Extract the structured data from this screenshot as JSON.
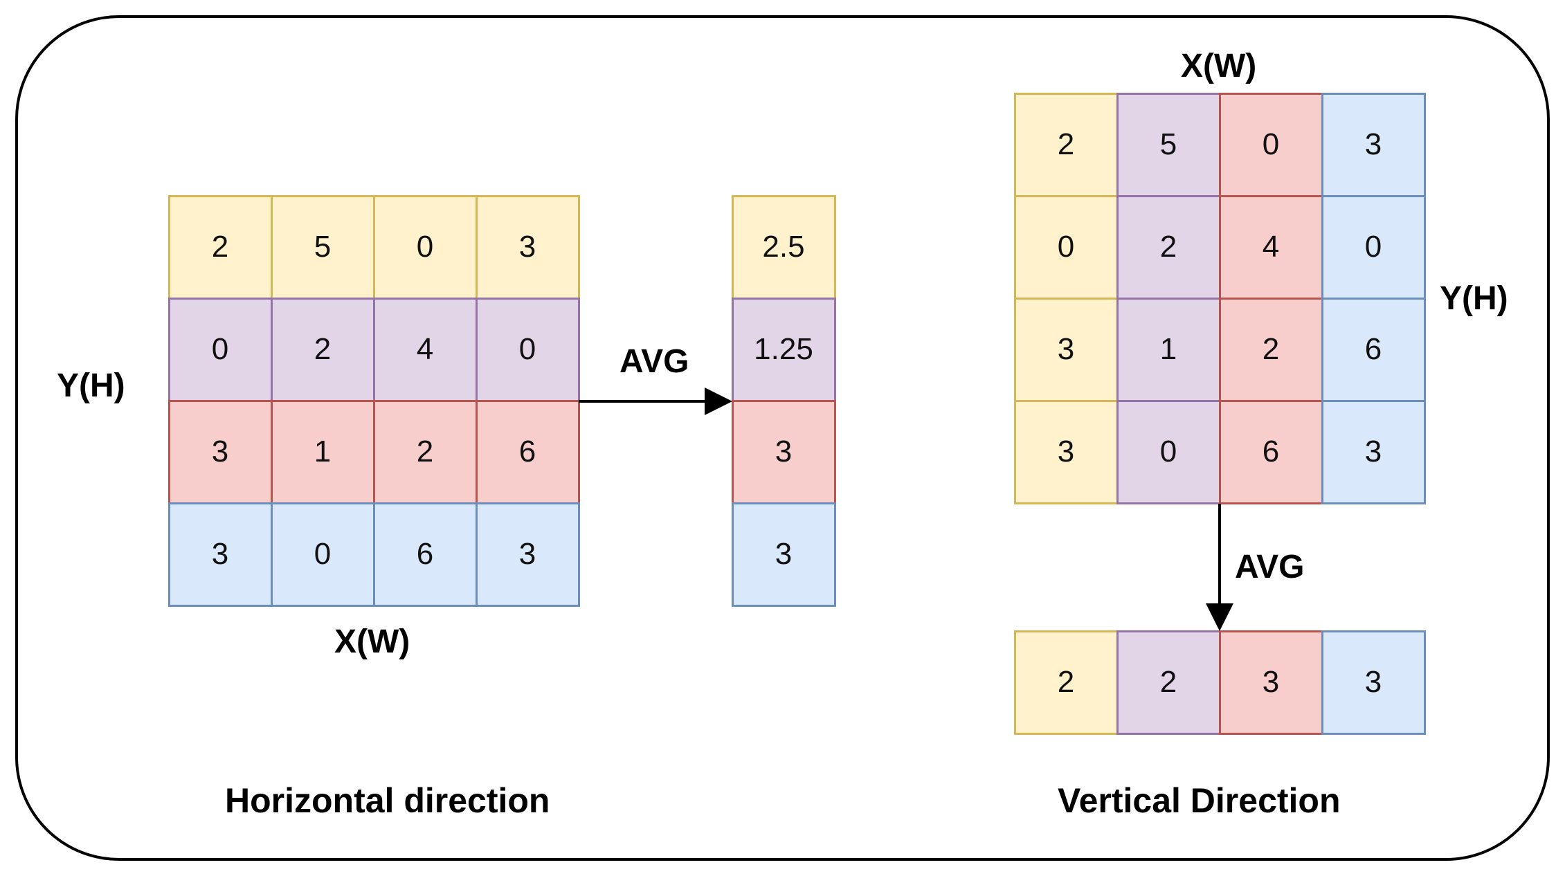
{
  "colors": {
    "yellow": {
      "fill": "#fff2cc",
      "stroke": "#d6b656"
    },
    "purple": {
      "fill": "#e1d5e7",
      "stroke": "#9673a6"
    },
    "red": {
      "fill": "#f8cecc",
      "stroke": "#b85450"
    },
    "blue": {
      "fill": "#dae8fc",
      "stroke": "#6c8ebf"
    }
  },
  "horizontal": {
    "caption": "Horizontal direction",
    "y_label": "Y(H)",
    "x_label": "X(W)",
    "avg_label": "AVG",
    "row_colors": [
      "yellow",
      "purple",
      "red",
      "blue"
    ],
    "matrix": [
      [
        "2",
        "5",
        "0",
        "3"
      ],
      [
        "0",
        "2",
        "4",
        "0"
      ],
      [
        "3",
        "1",
        "2",
        "6"
      ],
      [
        "3",
        "0",
        "6",
        "3"
      ]
    ],
    "result": [
      "2.5",
      "1.25",
      "3",
      "3"
    ]
  },
  "vertical": {
    "caption": "Vertical Direction",
    "x_label": "X(W)",
    "y_label": "Y(H)",
    "avg_label": "AVG",
    "col_colors": [
      "yellow",
      "purple",
      "red",
      "blue"
    ],
    "matrix": [
      [
        "2",
        "5",
        "0",
        "3"
      ],
      [
        "0",
        "2",
        "4",
        "0"
      ],
      [
        "3",
        "1",
        "2",
        "6"
      ],
      [
        "3",
        "0",
        "6",
        "3"
      ]
    ],
    "result": [
      "2",
      "2",
      "3",
      "3"
    ]
  }
}
